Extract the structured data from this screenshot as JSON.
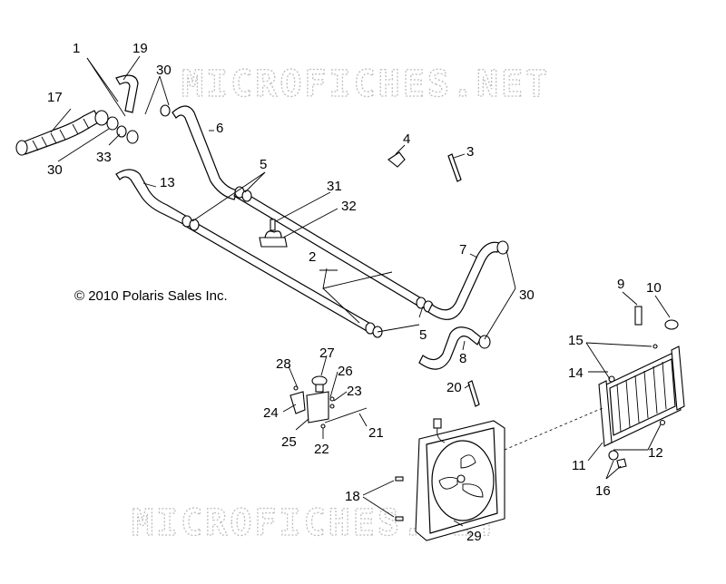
{
  "copyright": "© 2010 Polaris Sales Inc.",
  "watermarks": [
    "MICROFICHES.NET",
    "MICROFICHES.NET"
  ],
  "callouts": [
    {
      "id": "c1",
      "label": "1"
    },
    {
      "id": "c19",
      "label": "19"
    },
    {
      "id": "c30a",
      "label": "30"
    },
    {
      "id": "c17",
      "label": "17"
    },
    {
      "id": "c30b",
      "label": "30"
    },
    {
      "id": "c33",
      "label": "33"
    },
    {
      "id": "c6",
      "label": "6"
    },
    {
      "id": "c13",
      "label": "13"
    },
    {
      "id": "c5a",
      "label": "5"
    },
    {
      "id": "c4",
      "label": "4"
    },
    {
      "id": "c3",
      "label": "3"
    },
    {
      "id": "c31",
      "label": "31"
    },
    {
      "id": "c32",
      "label": "32"
    },
    {
      "id": "c7",
      "label": "7"
    },
    {
      "id": "c2",
      "label": "2"
    },
    {
      "id": "c30c",
      "label": "30"
    },
    {
      "id": "c5b",
      "label": "5"
    },
    {
      "id": "c8",
      "label": "8"
    },
    {
      "id": "c9",
      "label": "9"
    },
    {
      "id": "c10",
      "label": "10"
    },
    {
      "id": "c15",
      "label": "15"
    },
    {
      "id": "c14",
      "label": "14"
    },
    {
      "id": "c27",
      "label": "27"
    },
    {
      "id": "c28",
      "label": "28"
    },
    {
      "id": "c26",
      "label": "26"
    },
    {
      "id": "c23",
      "label": "23"
    },
    {
      "id": "c24",
      "label": "24"
    },
    {
      "id": "c25",
      "label": "25"
    },
    {
      "id": "c22",
      "label": "22"
    },
    {
      "id": "c21",
      "label": "21"
    },
    {
      "id": "c20",
      "label": "20"
    },
    {
      "id": "c11",
      "label": "11"
    },
    {
      "id": "c12",
      "label": "12"
    },
    {
      "id": "c16",
      "label": "16"
    },
    {
      "id": "c18",
      "label": "18"
    },
    {
      "id": "c29",
      "label": "29"
    }
  ]
}
